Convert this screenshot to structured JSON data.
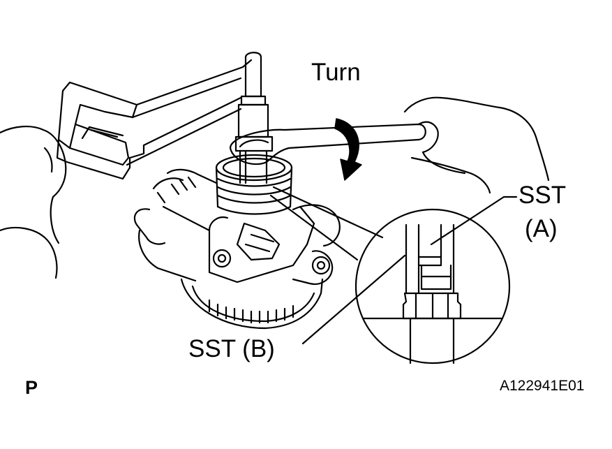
{
  "labels": {
    "turn": "Turn",
    "sst_a_line1": "SST",
    "sst_a_line2": "(A)",
    "sst_b": "SST (B)",
    "page_mark": "P",
    "figure_code": "A122941E01"
  },
  "colors": {
    "line": "#000000",
    "background": "#ffffff"
  }
}
